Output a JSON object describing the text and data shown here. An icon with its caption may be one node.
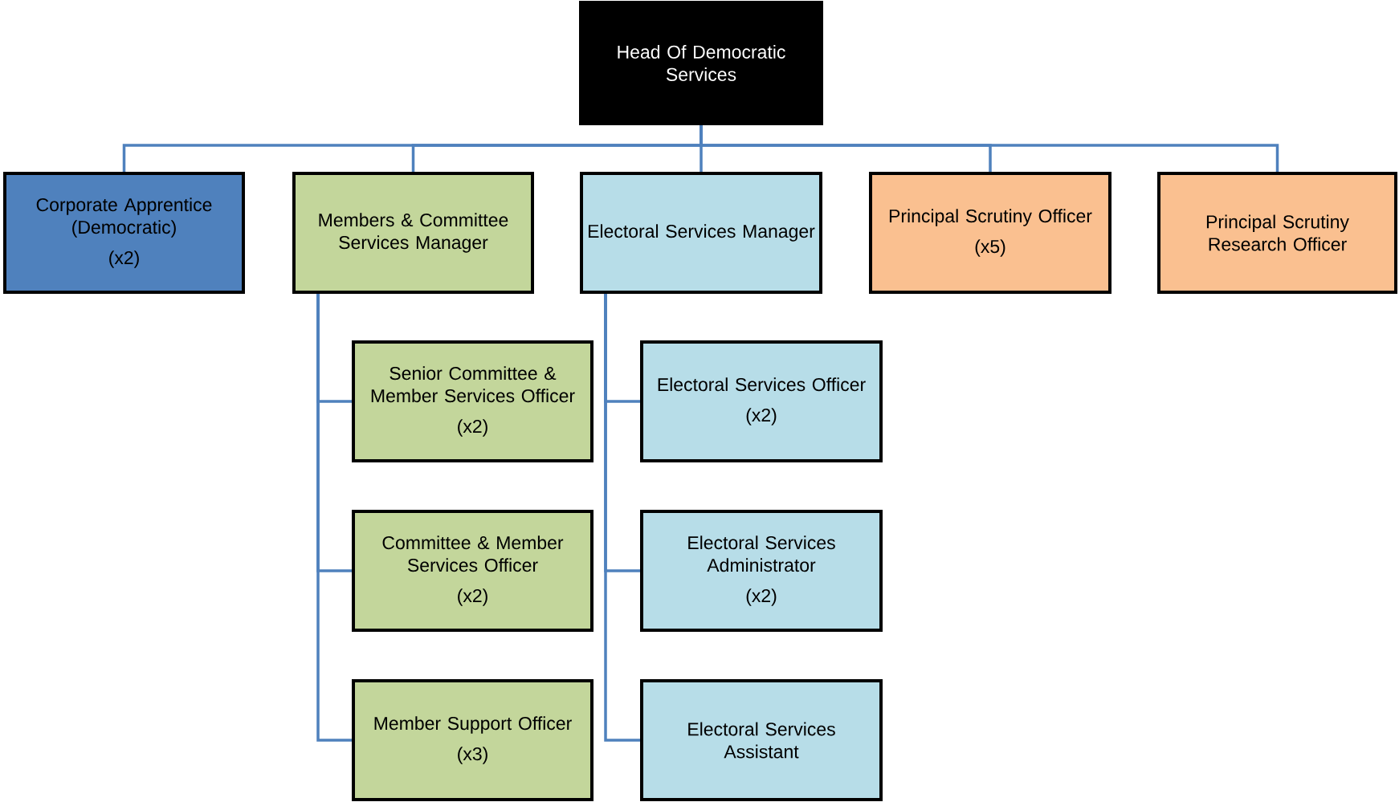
{
  "diagram": {
    "nodes": [
      {
        "text": [
          "Head Of Democratic Services"
        ]
      },
      {
        "text": [
          "Corporate Apprentice (Democratic)",
          "(x2)"
        ]
      },
      {
        "text": [
          "Members & Committee Services Manager"
        ]
      },
      {
        "text": [
          "Electoral Services Manager"
        ]
      },
      {
        "text": [
          "Principal Scrutiny Officer",
          "(x5)"
        ]
      },
      {
        "text": [
          "Principal Scrutiny Research Officer"
        ]
      },
      {
        "text": [
          "Senior Committee & Member Services Officer",
          "(x2)"
        ]
      },
      {
        "text": [
          "Committee & Member Services Officer",
          "(x2)"
        ]
      },
      {
        "text": [
          "Member Support Officer",
          "(x3)"
        ]
      },
      {
        "text": [
          "Electoral Services Officer",
          "(x2)"
        ]
      },
      {
        "text": [
          "Electoral Services Administrator",
          "(x2)"
        ]
      },
      {
        "text": [
          "Electoral Services Assistant"
        ]
      }
    ],
    "edges": [
      {
        "from": 0,
        "to": 1,
        "arrow": "none"
      },
      {
        "from": 0,
        "to": 2,
        "arrow": "none"
      },
      {
        "from": 0,
        "to": 3,
        "arrow": "none"
      },
      {
        "from": 0,
        "to": 4,
        "arrow": "none"
      },
      {
        "from": 0,
        "to": 5,
        "arrow": "none"
      },
      {
        "from": 2,
        "to": 6,
        "arrow": "none"
      },
      {
        "from": 2,
        "to": 7,
        "arrow": "none"
      },
      {
        "from": 2,
        "to": 8,
        "arrow": "none"
      },
      {
        "from": 3,
        "to": 9,
        "arrow": "none"
      },
      {
        "from": 3,
        "to": 10,
        "arrow": "none"
      },
      {
        "from": 3,
        "to": 11,
        "arrow": "none"
      }
    ]
  }
}
